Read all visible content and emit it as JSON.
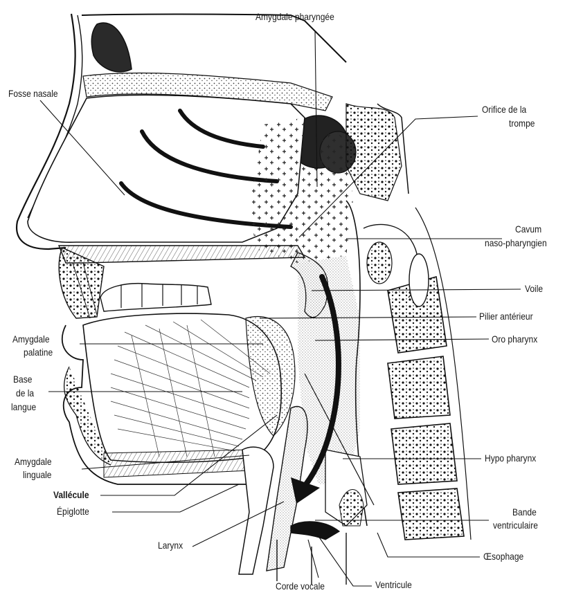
{
  "colors": {
    "ink": "#1a1a1a",
    "paper": "#ffffff",
    "stipple": "#3a3a3a",
    "bone_fill": "#efefef"
  },
  "diagram": {
    "arrow": "down-curved-arrow",
    "labels": {
      "amygdale_pharyngee": "Amygdale pharyngée",
      "fosse_nasale": "Fosse nasale",
      "orifice_trompe_1": "Orifice de la",
      "orifice_trompe_2": "trompe",
      "cavum_1": "Cavum",
      "cavum_2": "naso-pharyngien",
      "voile": "Voile",
      "pilier_anterieur": "Pilier antérieur",
      "oro_pharynx": "Oro pharynx",
      "amygdale_palatine_1": "Amygdale",
      "amygdale_palatine_2": "palatine",
      "base_langue_1": "Base",
      "base_langue_2": "de la",
      "base_langue_3": "langue",
      "amygdale_linguale_1": "Amygdale",
      "amygdale_linguale_2": "linguale",
      "vallecule": "Vallécule",
      "epiglotte": "Épiglotte",
      "hypo_pharynx": "Hypo pharynx",
      "bande_1": "Bande",
      "bande_2": "ventriculaire",
      "larynx": "Larynx",
      "oesophage": "Œsophage",
      "ventricule": "Ventricule",
      "corde_vocale": "Corde vocale"
    }
  }
}
